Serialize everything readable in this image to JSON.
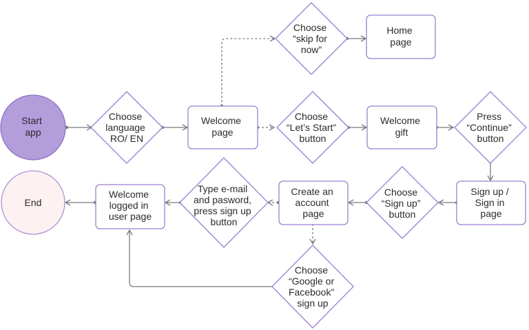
{
  "colors": {
    "node_stroke": "#9b7fd1",
    "start_fill": "#b39ddb",
    "start_stroke": "#8e6fc4",
    "end_fill": "#fdf1f1",
    "end_stroke": "#a98fd6",
    "edge": "#7a7a7a",
    "text": "#2b2b2b"
  },
  "nodes": {
    "start": [
      "Start",
      "app"
    ],
    "choose_language": [
      "Choose",
      "language",
      "RO/ EN"
    ],
    "welcome_page": [
      "Welcome",
      "page"
    ],
    "choose_skip": [
      "Choose",
      "“skip for",
      "now”"
    ],
    "home_page": [
      "Home",
      "page"
    ],
    "choose_lets_start": [
      "Choose",
      "“Let’s Start”",
      "button"
    ],
    "welcome_gift": [
      "Welcome",
      "gift"
    ],
    "press_continue": [
      "Press",
      "“Continue”",
      "button"
    ],
    "sign_up_in_page": [
      "Sign up /",
      "Sign in",
      "page"
    ],
    "choose_sign_up": [
      "Choose",
      "“Sign up”",
      "button"
    ],
    "create_account_page": [
      "Create an",
      "account",
      "page"
    ],
    "type_email": [
      "Type e-mail",
      "and pasword,",
      "press sign up",
      "button"
    ],
    "welcome_logged_in": [
      "Welcome",
      "logged in",
      "user page"
    ],
    "end": [
      "End"
    ],
    "choose_google_facebook": [
      "Choose",
      "“Google or",
      "Facebook”",
      "sign up"
    ]
  }
}
